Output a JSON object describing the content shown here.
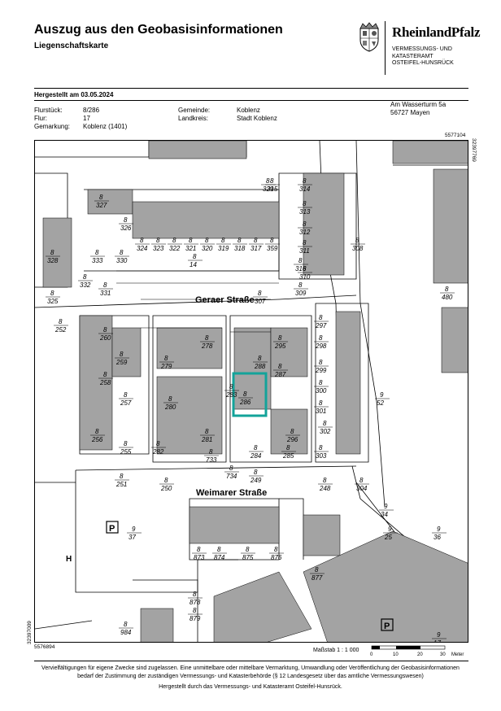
{
  "header": {
    "title": "Auszug aus den Geobasisinformationen",
    "subtitle": "Liegenschaftskarte",
    "org_name": "RheinlandPfalz",
    "org_lines": [
      "VERMESSUNGS- UND",
      "KATASTERAMT",
      "OSTEIFEL-HUNSRÜCK"
    ]
  },
  "meta": {
    "created": "Hergestellt am 03.05.2024",
    "flurstueck_label": "Flurstück:",
    "flurstueck_value": "8/286",
    "flur_label": "Flur:",
    "flur_value": "17",
    "gemarkung_label": "Gemarkung:",
    "gemarkung_value": "Koblenz (1401)",
    "gemeinde_label": "Gemeinde:",
    "gemeinde_value": "Koblenz",
    "landkreis_label": "Landkreis:",
    "landkreis_value": "Stadt Koblenz",
    "address_line1": "Am Wasserturm 5a",
    "address_line2": "56727 Mayen"
  },
  "map": {
    "coord_top_right": "5577104",
    "coord_right_top": "32397769",
    "coord_left_bottom": "32397009",
    "coord_bottom_left": "5576894",
    "streets": [
      "Geraer Straße",
      "Weimarer Straße"
    ],
    "parking_symbol": "P",
    "h_symbol": "H",
    "highlight_color": "#13a39a",
    "parcels": [
      {
        "n": "8",
        "d": "329"
      },
      {
        "n": "8",
        "d": "327"
      },
      {
        "n": "8",
        "d": "326"
      },
      {
        "n": "8",
        "d": "330"
      },
      {
        "n": "8",
        "d": "328"
      },
      {
        "n": "8",
        "d": "333"
      },
      {
        "n": "8",
        "d": "332"
      },
      {
        "n": "8",
        "d": "331"
      },
      {
        "n": "8",
        "d": "325"
      },
      {
        "n": "8",
        "d": "324"
      },
      {
        "n": "8",
        "d": "323"
      },
      {
        "n": "8",
        "d": "322"
      },
      {
        "n": "8",
        "d": "321"
      },
      {
        "n": "8",
        "d": "320"
      },
      {
        "n": "8",
        "d": "319"
      },
      {
        "n": "8",
        "d": "318"
      },
      {
        "n": "8",
        "d": "317"
      },
      {
        "n": "8",
        "d": "359"
      },
      {
        "n": "8",
        "d": "14"
      },
      {
        "n": "8",
        "d": "315"
      },
      {
        "n": "8",
        "d": "314"
      },
      {
        "n": "8",
        "d": "313"
      },
      {
        "n": "8",
        "d": "312"
      },
      {
        "n": "8",
        "d": "311"
      },
      {
        "n": "8",
        "d": "316"
      },
      {
        "n": "8",
        "d": "310"
      },
      {
        "n": "8",
        "d": "308"
      },
      {
        "n": "8",
        "d": "309"
      },
      {
        "n": "8",
        "d": "307"
      },
      {
        "n": "8",
        "d": "480"
      },
      {
        "n": "8",
        "d": "252"
      },
      {
        "n": "8",
        "d": "260"
      },
      {
        "n": "8",
        "d": "259"
      },
      {
        "n": "8",
        "d": "258"
      },
      {
        "n": "8",
        "d": "257"
      },
      {
        "n": "8",
        "d": "256"
      },
      {
        "n": "8",
        "d": "255"
      },
      {
        "n": "8",
        "d": "278"
      },
      {
        "n": "8",
        "d": "279"
      },
      {
        "n": "8",
        "d": "280"
      },
      {
        "n": "8",
        "d": "281"
      },
      {
        "n": "8",
        "d": "282"
      },
      {
        "n": "8",
        "d": "283"
      },
      {
        "n": "8",
        "d": "733"
      },
      {
        "n": "8",
        "d": "295"
      },
      {
        "n": "8",
        "d": "288"
      },
      {
        "n": "8",
        "d": "287"
      },
      {
        "n": "8",
        "d": "286"
      },
      {
        "n": "8",
        "d": "296"
      },
      {
        "n": "8",
        "d": "284"
      },
      {
        "n": "8",
        "d": "285"
      },
      {
        "n": "8",
        "d": "297"
      },
      {
        "n": "8",
        "d": "298"
      },
      {
        "n": "8",
        "d": "299"
      },
      {
        "n": "8",
        "d": "300"
      },
      {
        "n": "8",
        "d": "301"
      },
      {
        "n": "8",
        "d": "302"
      },
      {
        "n": "8",
        "d": "303"
      },
      {
        "n": "9",
        "d": "52"
      },
      {
        "n": "8",
        "d": "251"
      },
      {
        "n": "8",
        "d": "250"
      },
      {
        "n": "8",
        "d": "734"
      },
      {
        "n": "8",
        "d": "249"
      },
      {
        "n": "8",
        "d": "248"
      },
      {
        "n": "8",
        "d": "304"
      },
      {
        "n": "9",
        "d": "37"
      },
      {
        "n": "8",
        "d": "873"
      },
      {
        "n": "8",
        "d": "874"
      },
      {
        "n": "8",
        "d": "875"
      },
      {
        "n": "8",
        "d": "876"
      },
      {
        "n": "8",
        "d": "877"
      },
      {
        "n": "9",
        "d": "34"
      },
      {
        "n": "9",
        "d": "25"
      },
      {
        "n": "9",
        "d": "36"
      },
      {
        "n": "8",
        "d": "878"
      },
      {
        "n": "8",
        "d": "879"
      },
      {
        "n": "8",
        "d": "984"
      },
      {
        "n": "9",
        "d": "17"
      }
    ]
  },
  "scale": {
    "label": "Maßstab 1 : 1 000",
    "ticks": [
      "0",
      "10",
      "20",
      "30"
    ],
    "unit": "Meter"
  },
  "legal": {
    "line1": "Vervielfältigungen für eigene Zwecke sind zugelassen. Eine unmittelbare oder mittelbare Vermarktung, Umwandlung oder Veröffentlichung der Geobasisinformationen",
    "line2": "bedarf der Zustimmung der zuständigen Vermessungs- und Katasterbehörde (§ 12 Landesgesetz über das amtliche Vermessungswesen)",
    "line3": "Hergestellt durch das Vermessungs- und Katasteramt Osteifel-Hunsrück."
  }
}
